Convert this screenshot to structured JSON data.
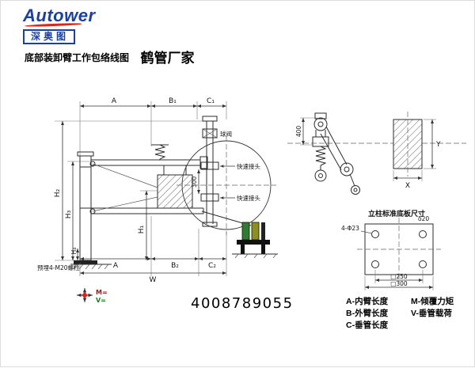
{
  "logo": {
    "brand": "Autower",
    "sub": "深奥图"
  },
  "header": {
    "title": "底部装卸臂工作包络线图",
    "company": "鹤管厂家"
  },
  "phone": "4008789055",
  "diagram": {
    "dims": {
      "a_top": "A",
      "b1": "B₁",
      "c1": "C₁",
      "a_bottom": "A",
      "b2": "B₂",
      "c2": "C₂",
      "w": "W",
      "h1": "H₁",
      "h2": "H₂",
      "h3": "H₃",
      "h4": "H₄",
      "riser": "300",
      "mech": "400",
      "x": "X",
      "y": "Y"
    },
    "labels": {
      "ball_valve": "球阀",
      "quick_coupler_top": "快速接头",
      "quick_coupler_bottom": "快速接头",
      "embedded_studs": "预埋4-M20螺柱",
      "m_eq": "M=",
      "v_eq": "V="
    },
    "base_plate": {
      "title": "立柱标准底板尺寸",
      "holes": "4-Φ23",
      "thickness": "δ20",
      "dim_inner": "□250",
      "dim_outer": "□300"
    }
  },
  "legend": {
    "items": [
      "A-内臂长度",
      "B-外臂长度",
      "C-垂管长度",
      "M-倾覆力矩",
      "V-垂管载荷"
    ]
  },
  "colors": {
    "brand_blue": "#1c3fa0",
    "brand_red": "#d9251c",
    "tank_green": "#2f7d32",
    "tank_olive": "#8f8f1f"
  }
}
